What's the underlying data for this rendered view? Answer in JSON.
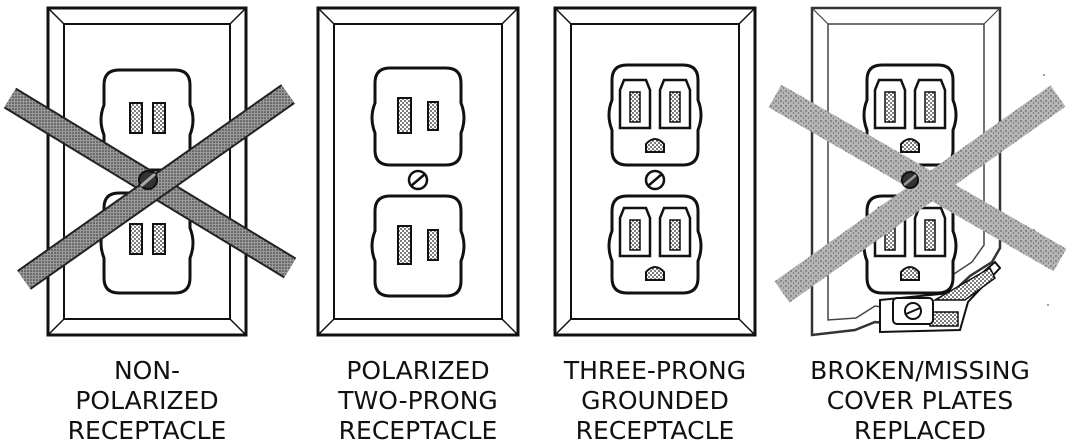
{
  "panels": [
    {
      "id": "non-polarized",
      "plate": "plain",
      "slots": "equal",
      "ground": false,
      "crossed": true,
      "caption": [
        "NON-",
        "POLARIZED",
        "RECEPTACLE"
      ]
    },
    {
      "id": "polarized-two-prong",
      "plate": "plain",
      "slots": "polarized",
      "ground": false,
      "crossed": false,
      "caption": [
        "POLARIZED",
        "TWO-PRONG",
        "RECEPTACLE"
      ]
    },
    {
      "id": "three-prong-grounded",
      "plate": "plain",
      "slots": "grounded",
      "ground": true,
      "crossed": false,
      "caption": [
        "THREE-PRONG",
        "GROUNDED",
        "RECEPTACLE"
      ]
    },
    {
      "id": "broken-cover-plate",
      "plate": "broken",
      "slots": "grounded",
      "ground": true,
      "crossed": true,
      "caption": [
        "BROKEN/MISSING",
        "COVER PLATES",
        "REPLACED"
      ]
    }
  ],
  "colors": {
    "ink": "#111111",
    "cross": "#808080",
    "plate": "#ffffff"
  }
}
